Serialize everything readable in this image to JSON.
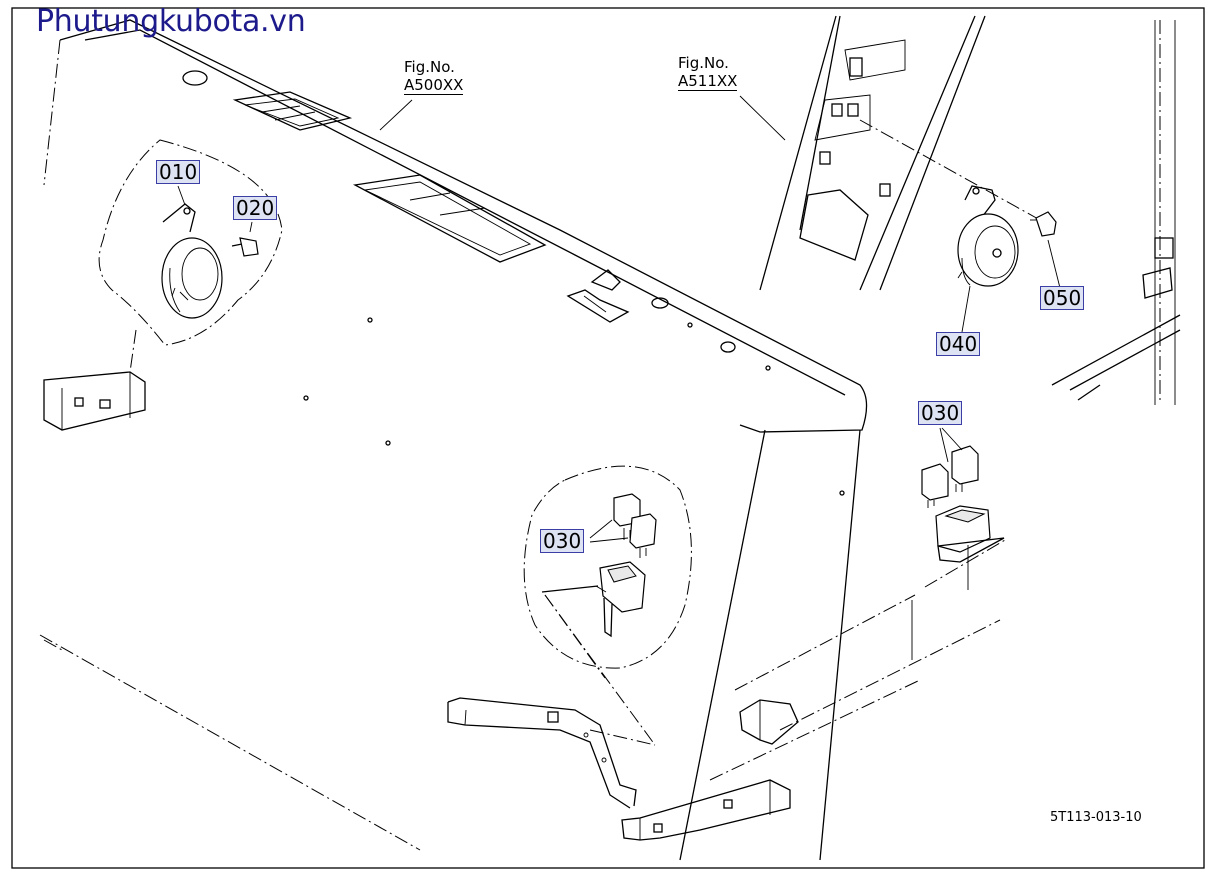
{
  "watermark": "Phutungkubota.vn",
  "figure_refs": [
    {
      "line1": "Fig.No.",
      "line2": "A500XX"
    },
    {
      "line1": "Fig.No.",
      "line2": "A511XX"
    }
  ],
  "part_labels": {
    "left_horn": "010",
    "left_bolt": "020",
    "center_relays": "030",
    "right_relays": "030",
    "right_horn": "040",
    "right_bolt": "050"
  },
  "drawing_code": "5T113-013-10"
}
